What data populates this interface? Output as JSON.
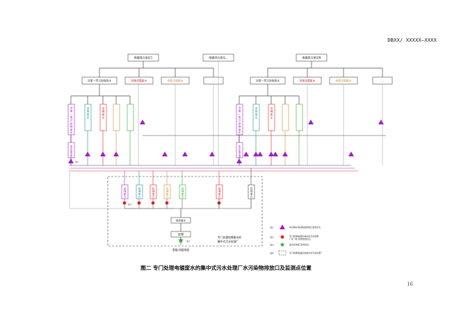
{
  "header_code": "DBXX/ XXXXX—XXXX",
  "caption": "图二  专门处理电镀废水的集中式污水处理厂水污染物排放口及监测点位置",
  "page_number": "16",
  "colors": {
    "line": "#444444",
    "gray_line": "#999999",
    "purple": "#a020c0",
    "red": "#e02020",
    "orange": "#d08a30",
    "green": "#2fa82f",
    "teal": "#1f8a8a",
    "blue_pink": "#c06080"
  },
  "diagram": {
    "units": [
      {
        "label": "电镀排污单位1",
        "level2": [
          "涉第一类污染物废水",
          "其他涉重废水",
          "含氰与铬废水",
          "..."
        ]
      },
      {
        "label": "电镀排污单位...",
        "level2": []
      },
      {
        "label": "电镀排污单位N",
        "level2": [
          "涉第一类污染物废水",
          "其他涉重废水",
          "含氰与铬废水",
          "..."
        ]
      }
    ],
    "treatment_cols": [
      "涉第一类污染物废水",
      "含铬废水",
      "含镍废水",
      "...",
      "..."
    ],
    "subtreat": "车间处理设施",
    "plant_units": [
      "处理单元",
      "处理单元",
      "处理单元",
      "处理单元",
      "处理单元"
    ],
    "plant_units_right": [
      "处理单元",
      "其他单元"
    ],
    "mixed_label": "综合废水",
    "treat_label": "处理",
    "discharge_label": "直接/间接排放",
    "plant_note": "专门处理电镀废水的集中式污水处理厂",
    "legend": [
      {
        "key": "注1",
        "text": "车间或车间处理设施排放口监测点位"
      },
      {
        "key": "注2",
        "text": "专门处理电镀废水集中式污水处理厂第一类污染物监测点位"
      },
      {
        "key": "注3",
        "text": "废水总排放口监测点位"
      },
      {
        "key": "注4",
        "text": "专门处理电镀废水的集中式污水处理厂"
      }
    ]
  }
}
